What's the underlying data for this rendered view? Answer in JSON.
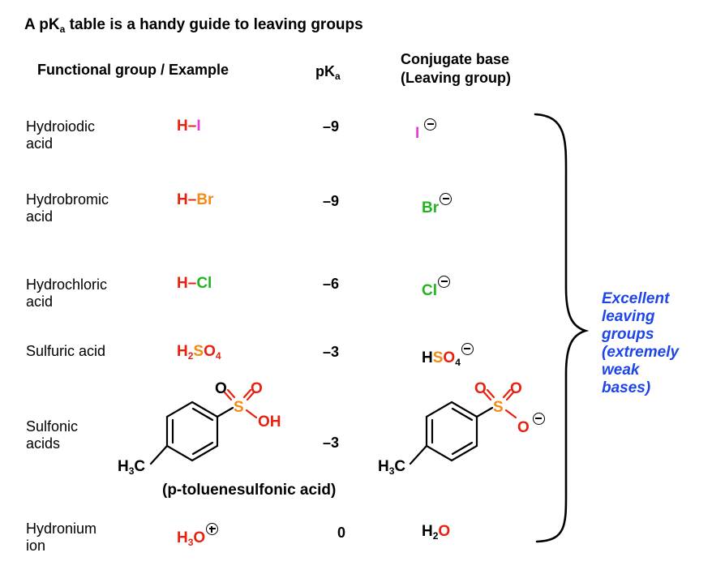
{
  "title": {
    "prefix": "A pK",
    "sub": "a",
    "suffix": " table is a handy guide to leaving groups"
  },
  "headers": {
    "functional_group": "Functional group / Example",
    "pka_main": "pK",
    "pka_sub": "a",
    "conj_line1": "Conjugate base",
    "conj_line2": "(Leaving group)"
  },
  "rows": [
    {
      "name1": "Hydroiodic",
      "name2": "acid",
      "pka": "–9"
    },
    {
      "name1": "Hydrobromic",
      "name2": "acid",
      "pka": "–9"
    },
    {
      "name1": "Hydrochloric",
      "name2": "acid",
      "pka": "–6"
    },
    {
      "name1": "Sulfuric acid",
      "pka": "–3"
    },
    {
      "name1": "Sulfonic",
      "name2": "acids",
      "pka": "–3"
    },
    {
      "name1": "Hydronium",
      "name2": "ion",
      "pka": "0"
    }
  ],
  "formulas": {
    "hi": {
      "h": "H",
      "dash": "–",
      "x": "I"
    },
    "hbr": {
      "h": "H",
      "dash": "–",
      "x": "Br"
    },
    "hcl": {
      "h": "H",
      "dash": "–",
      "x": "Cl"
    },
    "h2so4": {
      "h": "H",
      "h_sub": "2",
      "s": "S",
      "o": "O",
      "o_sub": "4"
    },
    "h3o": {
      "h": "H",
      "h_sub": "3",
      "o": "O"
    },
    "i_minus": "I",
    "br_minus": "Br",
    "cl_minus": "Cl",
    "hso4": {
      "h": "H",
      "s": "S",
      "o": "O",
      "o_sub": "4"
    },
    "h2o": {
      "h": "H",
      "h_sub": "2",
      "o": "O"
    }
  },
  "sulfonic": {
    "o": "O",
    "s": "S",
    "oh": "OH",
    "ch3_h": "H",
    "ch3_sub": "3",
    "ch3_c": "C",
    "caption": "(p-toluenesulfonic acid)"
  },
  "bracket_note": {
    "line1": "Excellent",
    "line2": "leaving",
    "line3": "groups",
    "line4": "(extremely",
    "line5": "weak",
    "line6": "bases)"
  },
  "colors": {
    "hydrogen": "#e8210f",
    "oxygen": "#e8210f",
    "sulfur": "#f28a14",
    "bromine": "#f28a14",
    "iodine": "#e43ed2",
    "chlorine": "#22b41f",
    "note": "#1d45e8"
  }
}
